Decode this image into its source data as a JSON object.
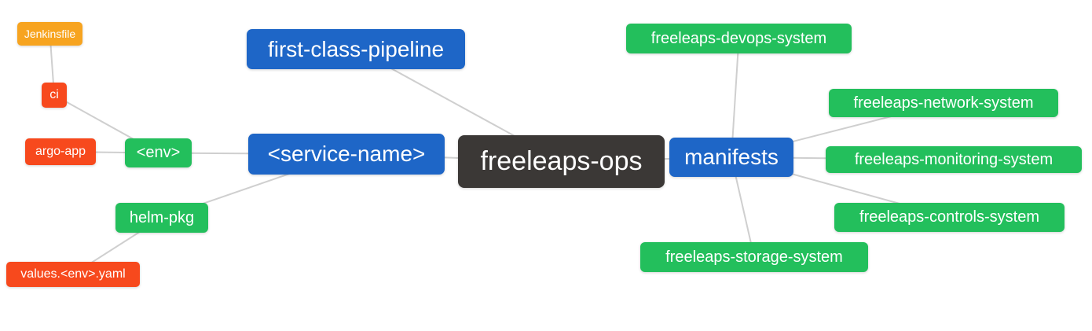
{
  "diagram": {
    "type": "mindmap",
    "background": "#FFFFFF",
    "edge_color": "#CFCFCF",
    "palette": {
      "root": "#3B3836",
      "level1": "#1E66C7",
      "level2": "#23BF5C",
      "level3": "#F7491D",
      "level4": "#F7A420"
    },
    "root_label": "freeleaps-ops",
    "nodes": {
      "freeleaps_ops": {
        "label": "freeleaps-ops",
        "color": "#3B3836",
        "level": 0
      },
      "first_class_pipeline": {
        "label": "first-class-pipeline",
        "color": "#1E66C7",
        "level": 1
      },
      "service_name": {
        "label": "<service-name>",
        "color": "#1E66C7",
        "level": 1
      },
      "manifests": {
        "label": "manifests",
        "color": "#1E66C7",
        "level": 1
      },
      "env": {
        "label": "<env>",
        "color": "#23BF5C",
        "level": 2
      },
      "helm_pkg": {
        "label": "helm-pkg",
        "color": "#23BF5C",
        "level": 2
      },
      "devops_system": {
        "label": "freeleaps-devops-system",
        "color": "#23BF5C",
        "level": 2
      },
      "network_system": {
        "label": "freeleaps-network-system",
        "color": "#23BF5C",
        "level": 2
      },
      "monitoring_system": {
        "label": "freeleaps-monitoring-system",
        "color": "#23BF5C",
        "level": 2
      },
      "controls_system": {
        "label": "freeleaps-controls-system",
        "color": "#23BF5C",
        "level": 2
      },
      "storage_system": {
        "label": "freeleaps-storage-system",
        "color": "#23BF5C",
        "level": 2
      },
      "ci": {
        "label": "ci",
        "color": "#F7491D",
        "level": 3
      },
      "argo_app": {
        "label": "argo-app",
        "color": "#F7491D",
        "level": 3
      },
      "values_env_yaml": {
        "label": "values.<env>.yaml",
        "color": "#F7491D",
        "level": 3
      },
      "jenkinsfile": {
        "label": "Jenkinsfile",
        "color": "#F7A420",
        "level": 4
      }
    },
    "edges": [
      [
        "jenkinsfile",
        "ci"
      ],
      [
        "ci",
        "env"
      ],
      [
        "argo_app",
        "env"
      ],
      [
        "env",
        "service_name"
      ],
      [
        "helm_pkg",
        "service_name"
      ],
      [
        "values_env_yaml",
        "helm_pkg"
      ],
      [
        "first_class_pipeline",
        "freeleaps_ops"
      ],
      [
        "service_name",
        "freeleaps_ops"
      ],
      [
        "freeleaps_ops",
        "manifests"
      ],
      [
        "manifests",
        "devops_system"
      ],
      [
        "manifests",
        "network_system"
      ],
      [
        "manifests",
        "monitoring_system"
      ],
      [
        "manifests",
        "controls_system"
      ],
      [
        "manifests",
        "storage_system"
      ]
    ]
  }
}
